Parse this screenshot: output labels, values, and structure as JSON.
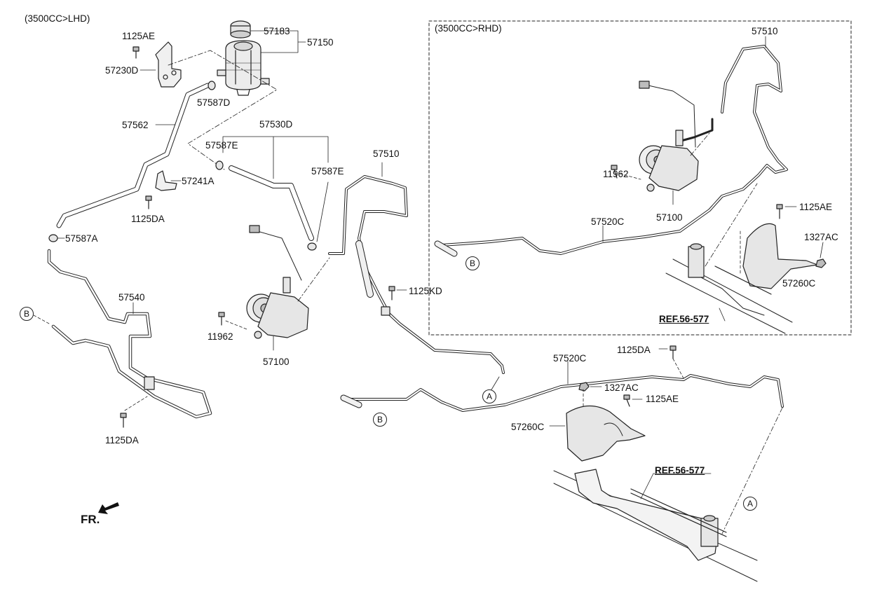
{
  "variants": {
    "lhd": "(3500CC>LHD)",
    "rhd": "(3500CC>RHD)"
  },
  "parts": {
    "p57183": "57183",
    "p57150": "57150",
    "p1125AE_lhd": "1125AE",
    "p57230D": "57230D",
    "p57587D": "57587D",
    "p57562": "57562",
    "p57530D": "57530D",
    "p57587E_a": "57587E",
    "p57587E_b": "57587E",
    "p57241A": "57241A",
    "p1125DA_a": "1125DA",
    "p57587A": "57587A",
    "p57510_lhd": "57510",
    "p57540": "57540",
    "p1125KD": "1125KD",
    "p11962_lhd": "11962",
    "p57100_lhd": "57100",
    "p1125DA_b": "1125DA",
    "p57510_rhd": "57510",
    "p11962_rhd": "11962",
    "p57100_rhd": "57100",
    "p57520C_rhd": "57520C",
    "p1125AE_rhd": "1125AE",
    "p1327AC_rhd": "1327AC",
    "p57260C_rhd": "57260C",
    "p57520C_main": "57520C",
    "p1125DA_c": "1125DA",
    "p1327AC_main": "1327AC",
    "p1125AE_main": "1125AE",
    "p57260C_main": "57260C"
  },
  "refs": {
    "ref_rhd": "REF.56-577",
    "ref_main": "REF.56-577"
  },
  "connectors": {
    "b1": "B",
    "b2": "B",
    "b3": "B",
    "a1": "A",
    "a2": "A"
  },
  "direction": {
    "fr": "FR."
  },
  "colors": {
    "line": "#222222",
    "fill_part": "#e6e6e6",
    "fill_dark": "#bdbdbd"
  }
}
